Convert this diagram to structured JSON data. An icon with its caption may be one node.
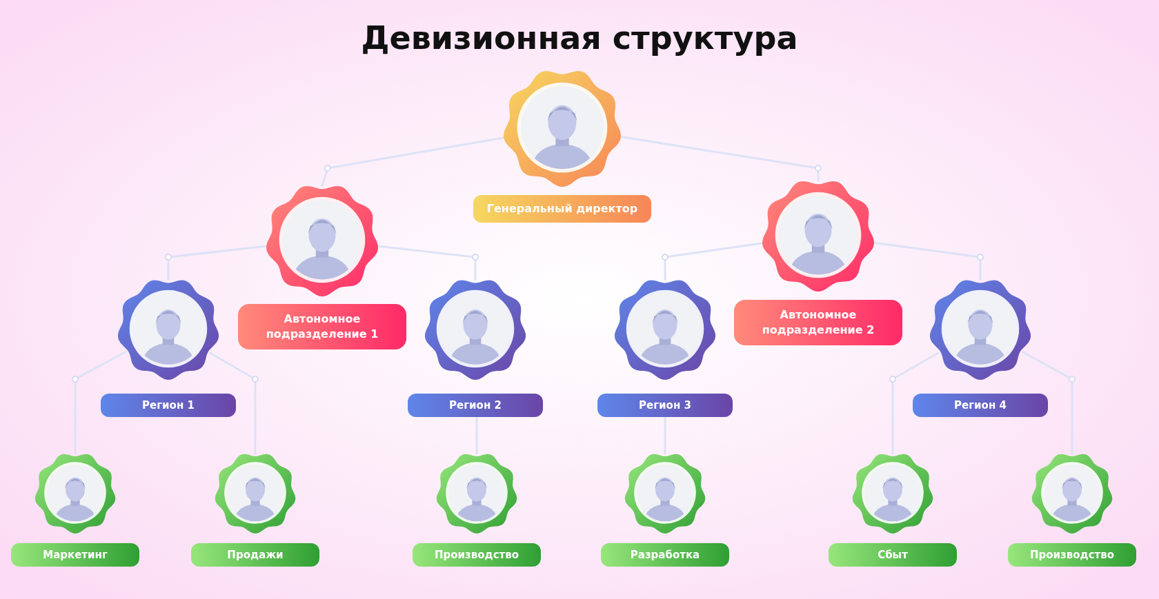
{
  "diagram": {
    "title": "Девизионная структура",
    "nodes": [
      {
        "text": [
          "Генеральный директор"
        ]
      },
      {
        "text": [
          "Автономное подразделение 1"
        ]
      },
      {
        "text": [
          "Автономное подразделение 2"
        ]
      },
      {
        "text": [
          "Регион 1"
        ]
      },
      {
        "text": [
          "Регион 2"
        ]
      },
      {
        "text": [
          "Регион 3"
        ]
      },
      {
        "text": [
          "Регион 4"
        ]
      },
      {
        "text": [
          "Маркетинг"
        ]
      },
      {
        "text": [
          "Продажи"
        ]
      },
      {
        "text": [
          "Производство"
        ]
      },
      {
        "text": [
          "Разработка"
        ]
      },
      {
        "text": [
          "Сбыт"
        ]
      },
      {
        "text": [
          "Производство"
        ]
      }
    ],
    "edges": [
      {
        "from": 0,
        "to": 1,
        "arrow": "none"
      },
      {
        "from": 0,
        "to": 2,
        "arrow": "none"
      },
      {
        "from": 1,
        "to": 3,
        "arrow": "none"
      },
      {
        "from": 1,
        "to": 4,
        "arrow": "none"
      },
      {
        "from": 2,
        "to": 5,
        "arrow": "none"
      },
      {
        "from": 2,
        "to": 6,
        "arrow": "none"
      },
      {
        "from": 3,
        "to": 7,
        "arrow": "none"
      },
      {
        "from": 3,
        "to": 8,
        "arrow": "none"
      },
      {
        "from": 4,
        "to": 9,
        "arrow": "none"
      },
      {
        "from": 5,
        "to": 10,
        "arrow": "none"
      },
      {
        "from": 6,
        "to": 11,
        "arrow": "none"
      },
      {
        "from": 6,
        "to": 12,
        "arrow": "none"
      }
    ]
  }
}
